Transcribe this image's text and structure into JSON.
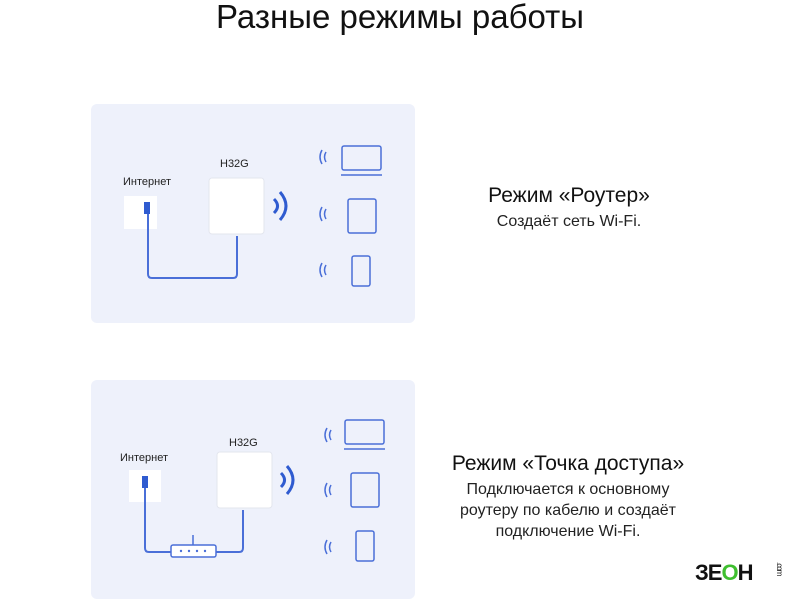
{
  "title": "Разные режимы работы",
  "diagram": {
    "internet_label": "Интернет",
    "device_label": "H32G"
  },
  "modes": [
    {
      "heading": "Режим «Роутер»",
      "lines": [
        "Создаёт сеть Wi-Fi."
      ]
    },
    {
      "heading": "Режим «Точка доступа»",
      "lines": [
        "Подключается к основному",
        "роутеру по кабелю и создаёт",
        "подключение Wi-Fi."
      ]
    }
  ],
  "logo": {
    "text_a": "ЗЕ",
    "text_o": "О",
    "text_b": "Н",
    "suffix": ".com"
  },
  "colors": {
    "accent": "#2f5bd0",
    "panel": "#eef1fb",
    "logo_green": "#3fbf2f"
  }
}
